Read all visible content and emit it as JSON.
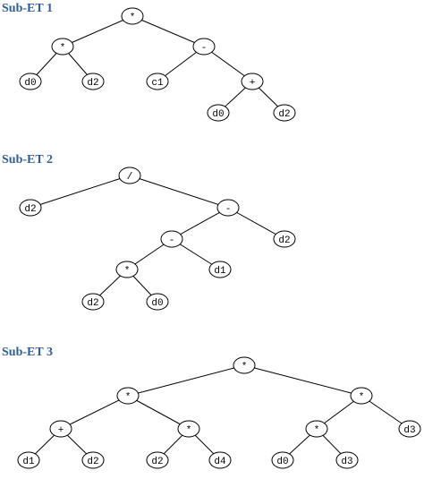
{
  "colors": {
    "title": "#2f5d9a",
    "edge": "#000000",
    "node_fill": "#ffffff"
  },
  "trees": [
    {
      "title": "Sub-ET 1",
      "nodes": [
        {
          "id": "a",
          "label": "*"
        },
        {
          "id": "b",
          "label": "*"
        },
        {
          "id": "c",
          "label": "-"
        },
        {
          "id": "d",
          "label": "d0"
        },
        {
          "id": "e",
          "label": "d2"
        },
        {
          "id": "f",
          "label": "c1"
        },
        {
          "id": "g",
          "label": "+"
        },
        {
          "id": "h",
          "label": "d0"
        },
        {
          "id": "i",
          "label": "d2"
        }
      ],
      "edges": [
        [
          "a",
          "b"
        ],
        [
          "a",
          "c"
        ],
        [
          "b",
          "d"
        ],
        [
          "b",
          "e"
        ],
        [
          "c",
          "f"
        ],
        [
          "c",
          "g"
        ],
        [
          "g",
          "h"
        ],
        [
          "g",
          "i"
        ]
      ]
    },
    {
      "title": "Sub-ET 2",
      "nodes": [
        {
          "id": "a",
          "label": "/"
        },
        {
          "id": "b",
          "label": "d2"
        },
        {
          "id": "c",
          "label": "-"
        },
        {
          "id": "d",
          "label": "-"
        },
        {
          "id": "e",
          "label": "d2"
        },
        {
          "id": "f",
          "label": "*"
        },
        {
          "id": "g",
          "label": "d1"
        },
        {
          "id": "h",
          "label": "d2"
        },
        {
          "id": "i",
          "label": "d0"
        }
      ],
      "edges": [
        [
          "a",
          "b"
        ],
        [
          "a",
          "c"
        ],
        [
          "c",
          "d"
        ],
        [
          "c",
          "e"
        ],
        [
          "d",
          "f"
        ],
        [
          "d",
          "g"
        ],
        [
          "f",
          "h"
        ],
        [
          "f",
          "i"
        ]
      ]
    },
    {
      "title": "Sub-ET 3",
      "nodes": [
        {
          "id": "a",
          "label": "*"
        },
        {
          "id": "b",
          "label": "*"
        },
        {
          "id": "c",
          "label": "*"
        },
        {
          "id": "d",
          "label": "+"
        },
        {
          "id": "e",
          "label": "*"
        },
        {
          "id": "f",
          "label": "*"
        },
        {
          "id": "g",
          "label": "d3"
        },
        {
          "id": "h",
          "label": "d1"
        },
        {
          "id": "i",
          "label": "d2"
        },
        {
          "id": "j",
          "label": "d2"
        },
        {
          "id": "k",
          "label": "d4"
        },
        {
          "id": "l",
          "label": "d0"
        },
        {
          "id": "m",
          "label": "d3"
        }
      ],
      "edges": [
        [
          "a",
          "b"
        ],
        [
          "a",
          "c"
        ],
        [
          "b",
          "d"
        ],
        [
          "b",
          "e"
        ],
        [
          "c",
          "f"
        ],
        [
          "c",
          "g"
        ],
        [
          "d",
          "h"
        ],
        [
          "d",
          "i"
        ],
        [
          "e",
          "j"
        ],
        [
          "e",
          "k"
        ],
        [
          "f",
          "l"
        ],
        [
          "f",
          "m"
        ]
      ]
    }
  ]
}
